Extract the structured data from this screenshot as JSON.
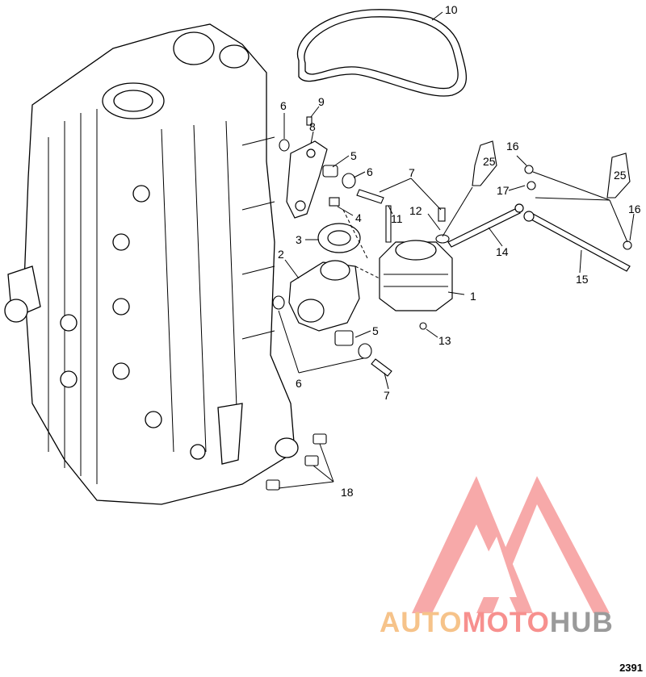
{
  "sheet_id": "2391",
  "watermark": {
    "part1": "AUTO",
    "part2": "MOTO",
    "part3": "HUB",
    "color_a": "#f6c38a",
    "color_b": "#f7908e",
    "color_c": "#9a9a9a"
  },
  "tube_labels": [
    "25",
    "25"
  ],
  "callouts": [
    "1",
    "2",
    "3",
    "4",
    "5",
    "5",
    "6",
    "6",
    "6",
    "7",
    "7",
    "8",
    "9",
    "10",
    "11",
    "12",
    "13",
    "14",
    "15",
    "16",
    "16",
    "17",
    "18"
  ]
}
